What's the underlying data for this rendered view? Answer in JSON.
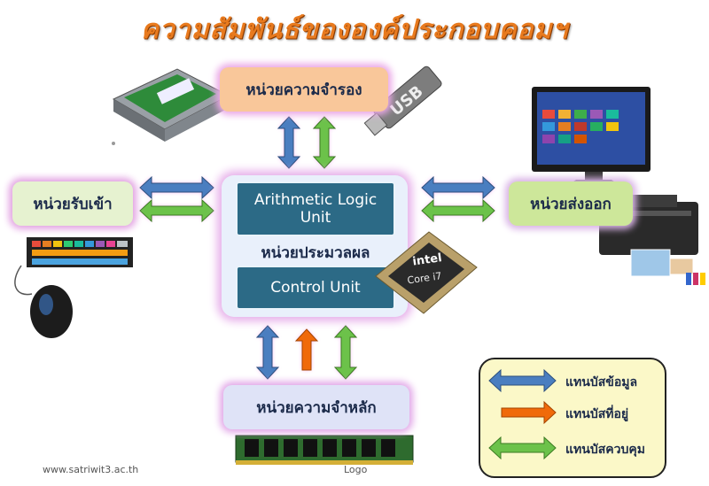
{
  "title": "ความสัมพันธ์ขององค์ประกอบคอมฯ",
  "units": {
    "storage": "หน่วยความจำรอง",
    "input": "หน่วยรับเข้า",
    "output": "หน่วยส่งออก",
    "memory": "หน่วยความจำหลัก",
    "cpu": "หน่วยประมวลผล",
    "alu": "Arithmetic Logic Unit",
    "control": "Control Unit"
  },
  "legend": {
    "data_bus": "แทนบัสข้อมูล",
    "address_bus": "แทนบัสที่อยู่",
    "control_bus": "แทนบัสควบคุม"
  },
  "images": {
    "usb": "USB",
    "cpu_brand": "intel",
    "cpu_model": "Core i7"
  },
  "colors": {
    "data_bus": "#4a7ec0",
    "address_bus": "#f06a0a",
    "control_bus": "#6cc24a",
    "title": "#e87a1e"
  },
  "footer": {
    "website": "www.satriwit3.ac.th",
    "logo": "Logo"
  }
}
